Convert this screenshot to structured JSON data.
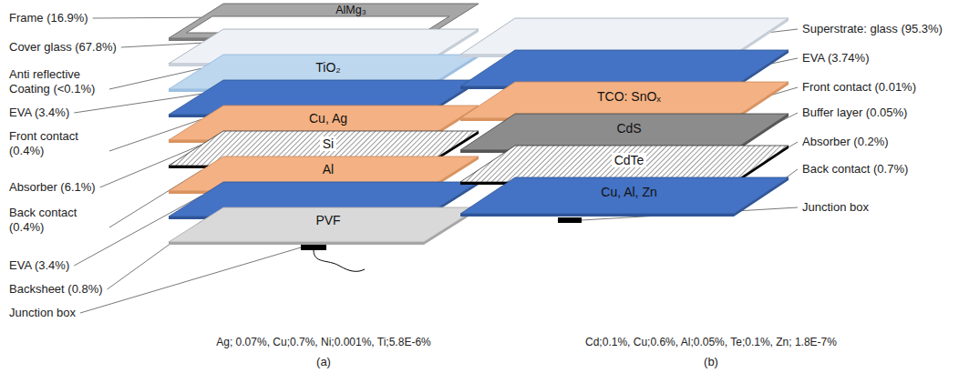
{
  "diagram": {
    "nodes": [
      {
        "text": [
          "Frame (16.9%)",
          "AlMg₃"
        ]
      },
      {
        "text": [
          "Cover glass (67.8%)"
        ]
      },
      {
        "text": [
          "Anti reflective Coating (<0.1%)",
          "TiO₂"
        ]
      },
      {
        "text": [
          "EVA (3.4%)"
        ]
      },
      {
        "text": [
          "Front contact (0.4%)",
          "Cu, Ag"
        ]
      },
      {
        "text": [
          "Absorber (6.1%)",
          "Si"
        ]
      },
      {
        "text": [
          "Back contact (0.4%)",
          "Al"
        ]
      },
      {
        "text": [
          "EVA (3.4%)"
        ]
      },
      {
        "text": [
          "Backsheet (0.8%)",
          "PVF"
        ]
      },
      {
        "text": [
          "Superstrate: glass (95.3%)"
        ]
      },
      {
        "text": [
          "EVA (3.74%)"
        ]
      },
      {
        "text": [
          "Front contact (0.01%)",
          "TCO: SnOₓ"
        ]
      },
      {
        "text": [
          "Buffer layer (0.05%)",
          "CdS"
        ]
      },
      {
        "text": [
          "Absorber (0.2%)",
          "CdTe"
        ]
      },
      {
        "text": [
          "Back contact (0.7%)",
          "Cu, Al, Zn"
        ]
      }
    ],
    "labels": [
      "Junction box",
      "Junction box",
      "Ag; 0.07%, Cu;0.7%, Ni;0.001%, Ti;5.8E-6%",
      "Cd;0.1%, Cu;0.6%, Al;0.05%, Te;0.1%, Zn; 1.8E-7%",
      "(a)",
      "(b)"
    ]
  }
}
